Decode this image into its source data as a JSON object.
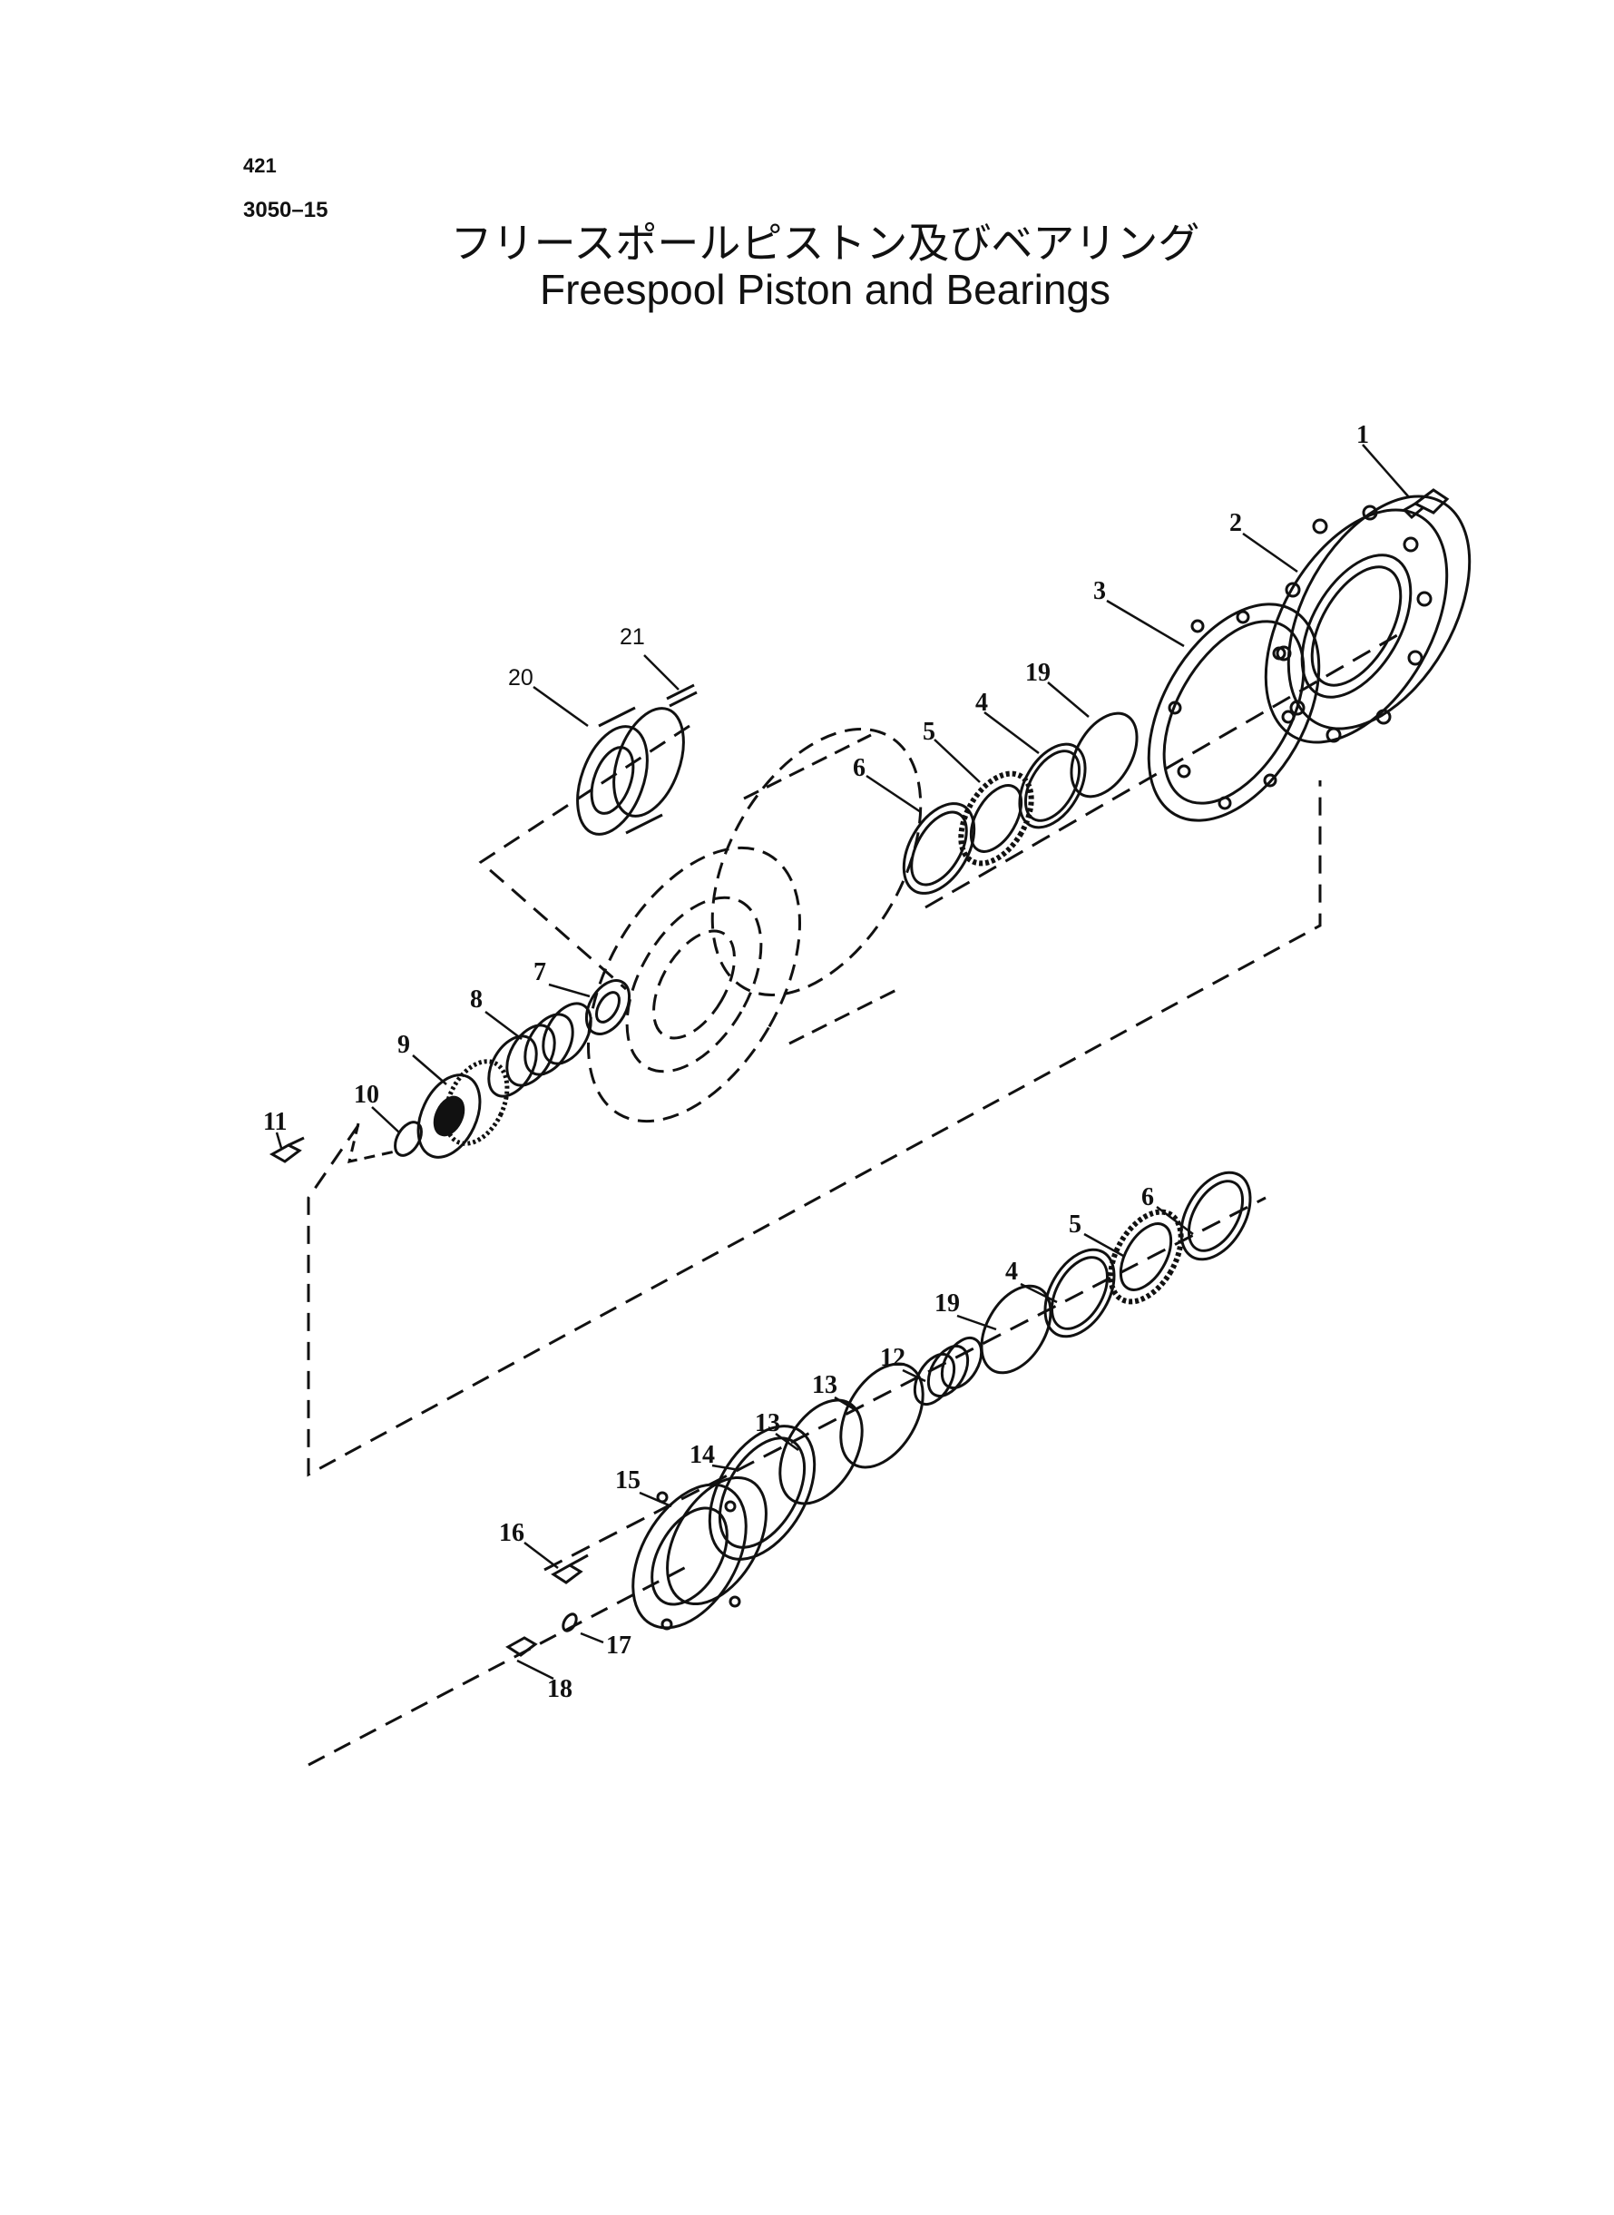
{
  "header": {
    "page_number": "421",
    "section_code": "3050–15",
    "title_jp": "フリースポールピストン及びベアリング",
    "title_en": "Freespool Piston and Bearings"
  },
  "callouts": {
    "c1": "1",
    "c2": "2",
    "c3": "3",
    "c4a": "4",
    "c5a": "5",
    "c6a": "6",
    "c7": "7",
    "c8": "8",
    "c9": "9",
    "c10": "10",
    "c11": "11",
    "c12": "12",
    "c13a": "13",
    "c13b": "13",
    "c14": "14",
    "c15": "15",
    "c16": "16",
    "c17": "17",
    "c18": "18",
    "c19a": "19",
    "c19b": "19",
    "c20": "20",
    "c21": "21",
    "c4b": "4",
    "c5b": "5",
    "c6b": "6"
  }
}
